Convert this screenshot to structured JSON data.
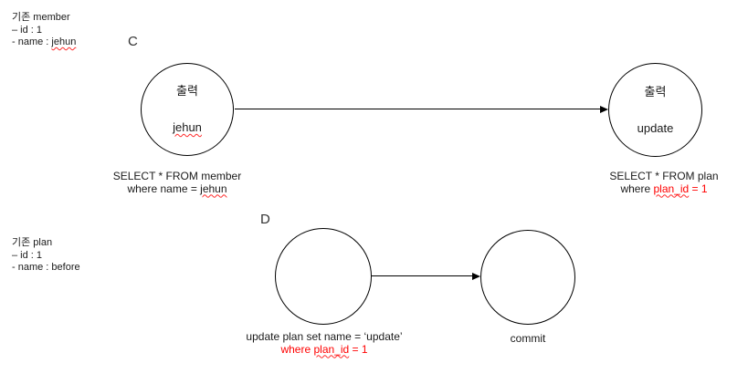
{
  "colors": {
    "text": "#1a1a1a",
    "accent_red": "#ff0000",
    "line": "#000000",
    "background": "#ffffff"
  },
  "c": {
    "label": "C",
    "info": {
      "title": "기존 member",
      "id_line": "– id : 1",
      "name_prefix": "- name : ",
      "name_value": "jehun"
    },
    "circle_left": {
      "line1": "출력",
      "line2": "jehun"
    },
    "circle_right": {
      "line1": "출력",
      "line2": "update"
    },
    "caption_left": {
      "line1": "SELECT * FROM member",
      "line2_prefix": "where name = ",
      "line2_value": "jehun"
    },
    "caption_right": {
      "line1": "SELECT * FROM plan",
      "line2_prefix": "where ",
      "line2_field": "plan_id",
      "line2_suffix": " = 1"
    }
  },
  "d": {
    "label": "D",
    "info": {
      "title": "기존 plan",
      "id_line": "– id : 1",
      "name_prefix": "- name : ",
      "name_value": "before"
    },
    "caption_left": {
      "line1": "update plan set name = ‘update’",
      "line2_prefix": "where ",
      "line2_field": "plan_id",
      "line2_suffix": " = 1"
    },
    "caption_right": {
      "label": "commit"
    }
  }
}
